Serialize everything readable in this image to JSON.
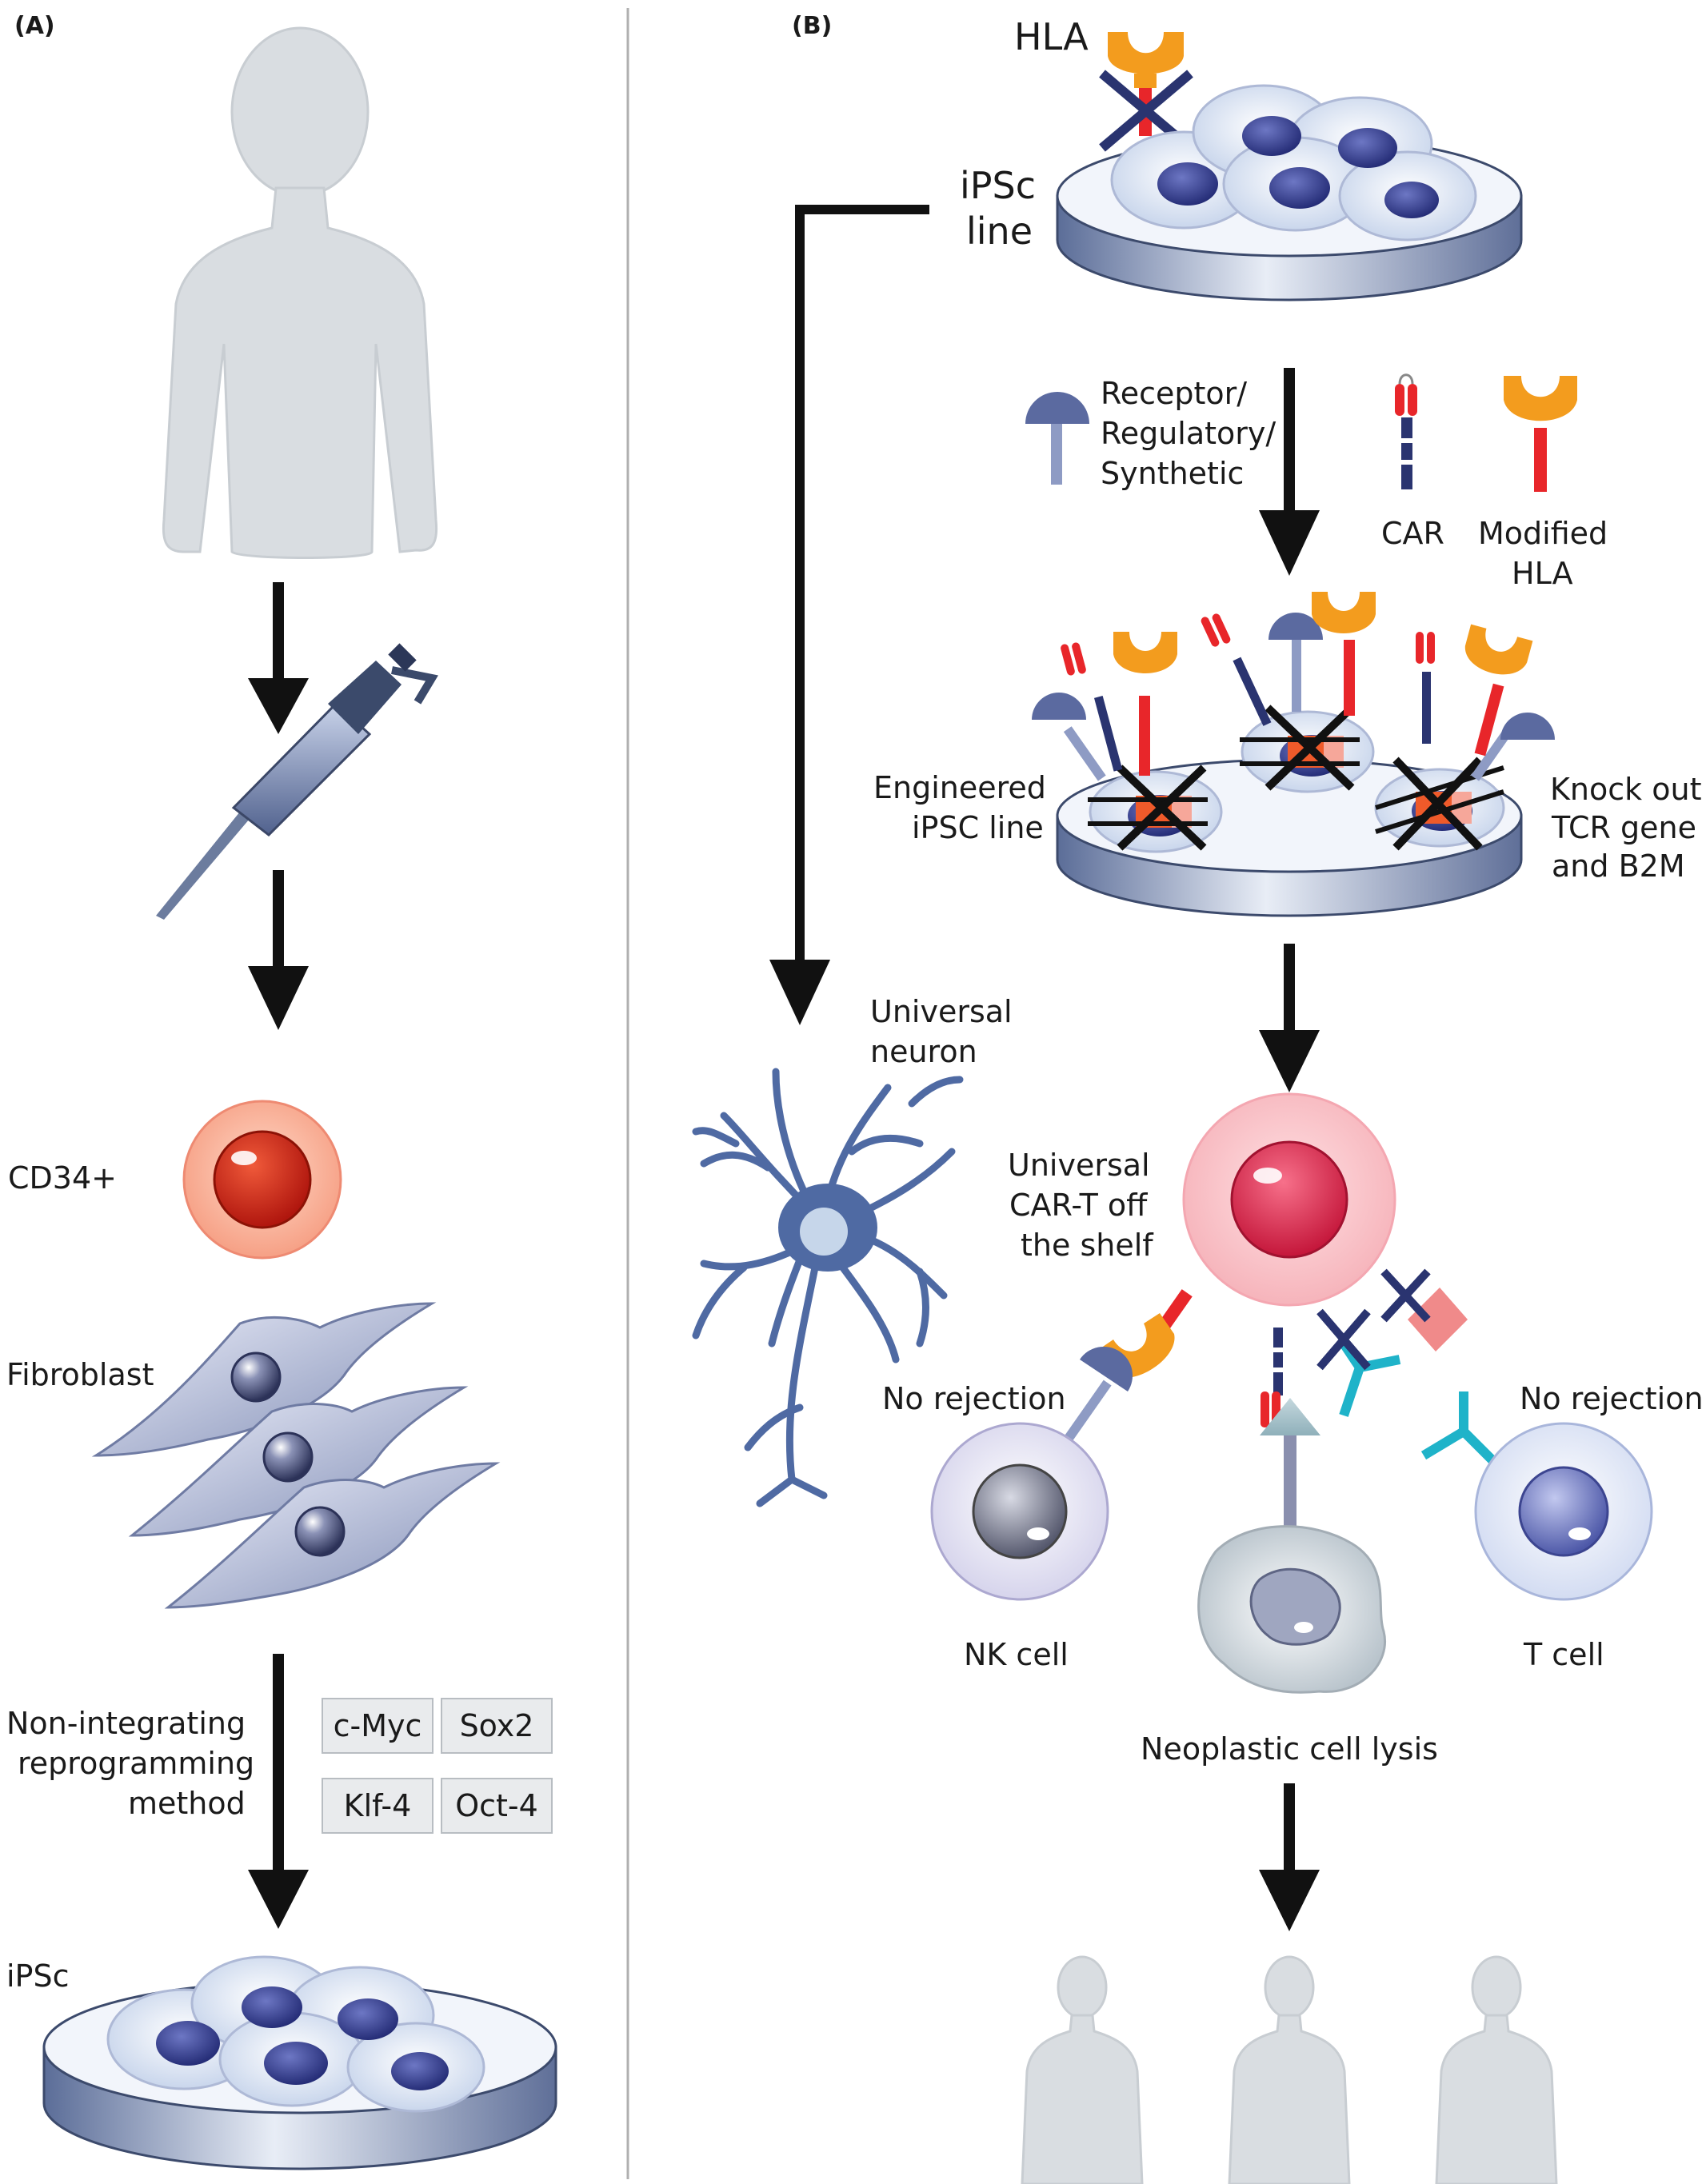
{
  "panels": {
    "a_label": "(A)",
    "b_label": "(B)"
  },
  "panel_a": {
    "cd34_label": "CD34+",
    "fibroblast_label": "Fibroblast",
    "method_line1": "Non-integrating",
    "method_line2": "reprogramming",
    "method_line3": "method",
    "factors": [
      "c-Myc",
      "Sox2",
      "Klf-4",
      "Oct-4"
    ],
    "ipsc_label": "iPSc"
  },
  "panel_b": {
    "hla_label": "HLA",
    "ipsc_line_1": "iPSc",
    "ipsc_line_2": "line",
    "receptor_1": "Receptor/",
    "receptor_2": "Regulatory/",
    "receptor_3": "Synthetic",
    "car_label": "CAR",
    "modified_hla_1": "Modified",
    "modified_hla_2": "HLA",
    "engineered_1": "Engineered",
    "engineered_2": "iPSC line",
    "knockout_1": "Knock out",
    "knockout_2": "TCR gene",
    "knockout_3": "and B2M",
    "neuron_1": "Universal",
    "neuron_2": "neuron",
    "cart_1": "Universal",
    "cart_2": "CAR-T off",
    "cart_3": "the shelf",
    "no_rejection_left": "No rejection",
    "no_rejection_right": "No rejection",
    "nk_cell": "NK cell",
    "t_cell": "T cell",
    "lysis": "Neoplastic cell lysis"
  },
  "colors": {
    "orange": "#f39c1e",
    "red": "#e8262a",
    "navy": "#2a3470",
    "slate": "#6f7fa8",
    "cyan": "#1fb3c9",
    "pink": "#f08a8a",
    "arrow": "#111111",
    "silhouette": "#d9dde1"
  }
}
